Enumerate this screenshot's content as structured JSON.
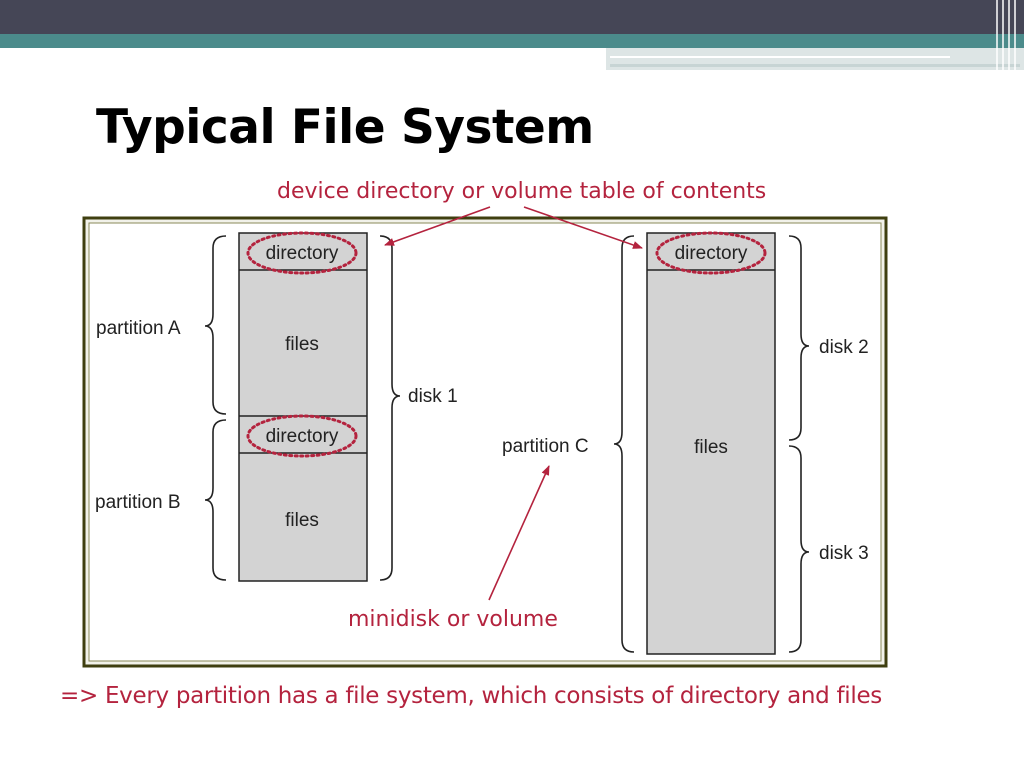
{
  "title": "Typical File System",
  "diagram": {
    "top_annotation": "device directory or volume table of contents",
    "bottom_annotation": "minidisk or volume",
    "disk_stack": {
      "block_labels": [
        "directory",
        "files",
        "directory",
        "files"
      ],
      "partition_labels": [
        "partition A",
        "partition B"
      ],
      "disk_label": "disk 1"
    },
    "volume_stack": {
      "block_labels": [
        "directory",
        "files"
      ],
      "partition_label": "partition C",
      "disk_labels": [
        "disk 2",
        "disk 3"
      ]
    }
  },
  "footer": "=> Every partition has a file system, which consists of directory and files",
  "colors": {
    "accent_red": "#b4233e",
    "block_gray": "#d3d3d3",
    "frame_olive": "#3f3f10",
    "header_dark": "#454656",
    "header_teal": "#4b8b8b"
  }
}
